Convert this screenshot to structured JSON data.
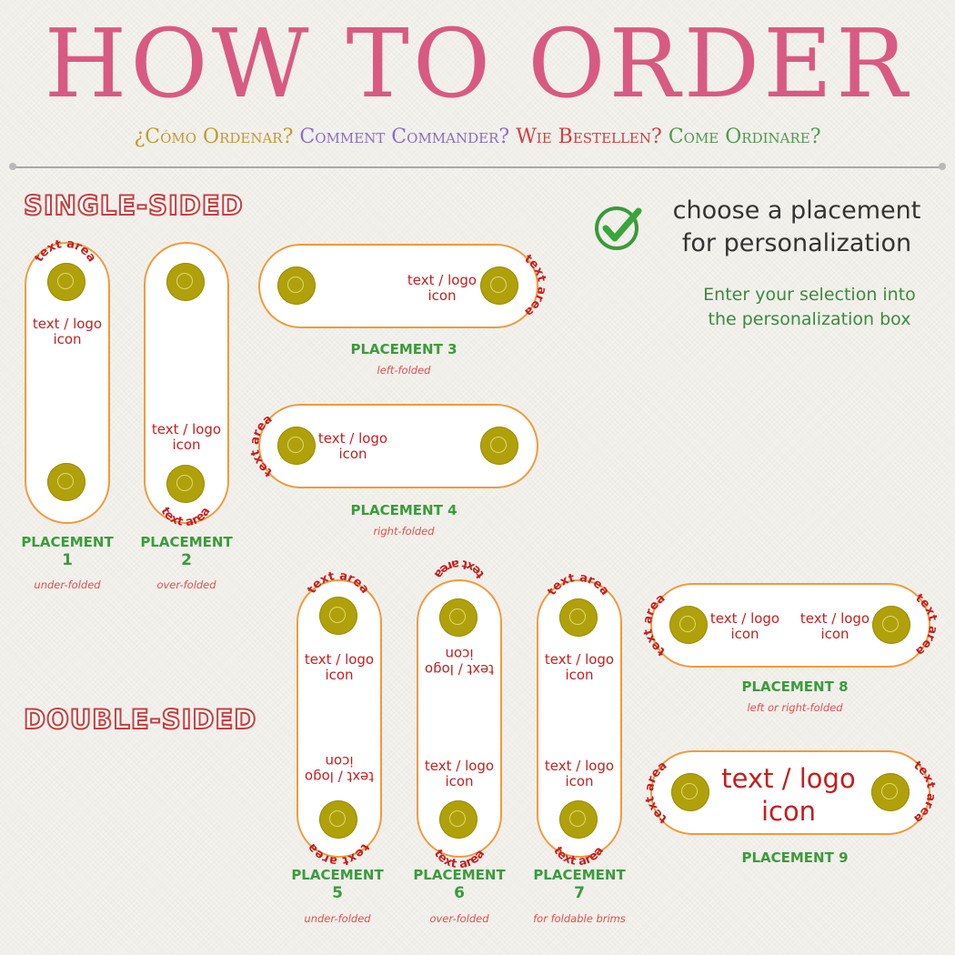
{
  "header": {
    "title": "HOW TO ORDER",
    "languages": [
      {
        "text": "¿Cómo Ordenar?",
        "color": "#c49a2c"
      },
      {
        "text": "Comment Commander?",
        "color": "#8c6cc8"
      },
      {
        "text": "Wie Bestellen?",
        "color": "#d04040"
      },
      {
        "text": "Come Ordinare?",
        "color": "#4e9a4e"
      }
    ]
  },
  "sections": {
    "single": "SINGLE-SIDED",
    "double": "DOUBLE-SIDED"
  },
  "instructions": {
    "choose_line1": "choose a placement",
    "choose_line2": "for personalization",
    "enter_line1": "Enter your selection into",
    "enter_line2": "the personalization box"
  },
  "strap_text": {
    "text_area": "text area",
    "logo_line1": "text / logo",
    "logo_line2": "icon"
  },
  "placements": [
    {
      "label": "PLACEMENT",
      "num": "1",
      "desc": "under-folded"
    },
    {
      "label": "PLACEMENT",
      "num": "2",
      "desc": "over-folded"
    },
    {
      "label": "PLACEMENT 3",
      "desc": "left-folded"
    },
    {
      "label": "PLACEMENT 4",
      "desc": "right-folded"
    },
    {
      "label": "PLACEMENT",
      "num": "5",
      "desc": "under-folded"
    },
    {
      "label": "PLACEMENT",
      "num": "6",
      "desc": "over-folded"
    },
    {
      "label": "PLACEMENT",
      "num": "7",
      "desc": "for foldable brims"
    },
    {
      "label": "PLACEMENT 8",
      "desc": "left or right-folded"
    },
    {
      "label": "PLACEMENT 9"
    }
  ],
  "colors": {
    "title": "#d85a83",
    "strap_border": "#f09a3e",
    "snap": "#b0a10a",
    "text_red": "#c41e1e",
    "label_green": "#3b9b3b"
  }
}
